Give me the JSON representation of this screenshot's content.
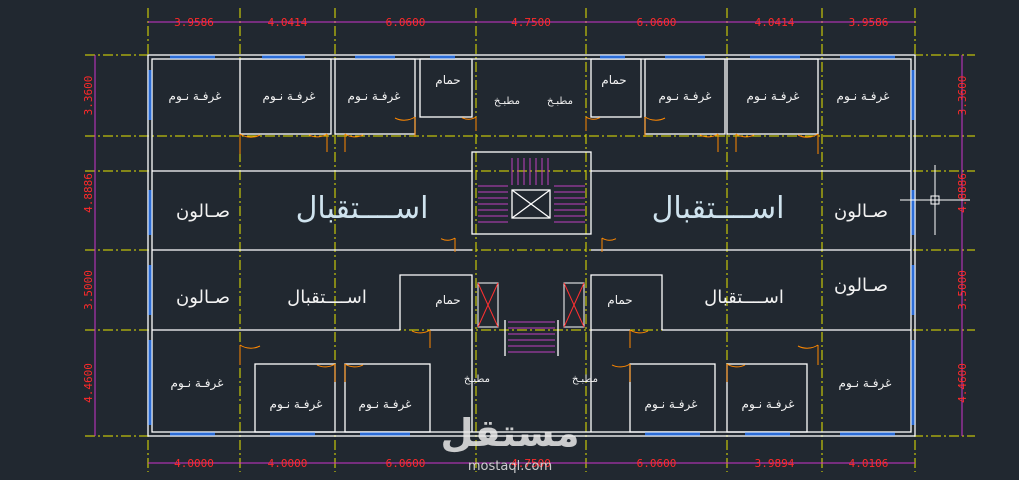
{
  "dimensions": {
    "top": [
      "3.9586",
      "4.0414",
      "6.0600",
      "4.7500",
      "6.0600",
      "4.0414",
      "3.9586"
    ],
    "bottom": [
      "4.0000",
      "4.0000",
      "6.0600",
      "4.7500",
      "6.0600",
      "3.9894",
      "4.0106"
    ],
    "left": [
      "3.3600",
      "4.8886",
      "3.5000",
      "4.4600"
    ],
    "right": [
      "3.3600",
      "4.8886",
      "3.5000",
      "4.4600"
    ]
  },
  "rooms": {
    "bedroom": "غرفـة نـوم",
    "bathroom": "حمام",
    "kitchen": "مطبـخ",
    "salon": "صـالون",
    "reception": "اســــتقبال"
  },
  "watermark": {
    "logo": "مستقل",
    "url": "mostaql.com"
  },
  "colors": {
    "background": "#212830",
    "wall": "#ffffff",
    "grid": "#e6e600",
    "dimension": "#ff2a2a",
    "window": "#2b6cd6",
    "door": "#ff8800",
    "stair": "#c040c0",
    "cyan": "#7fd6ff"
  }
}
